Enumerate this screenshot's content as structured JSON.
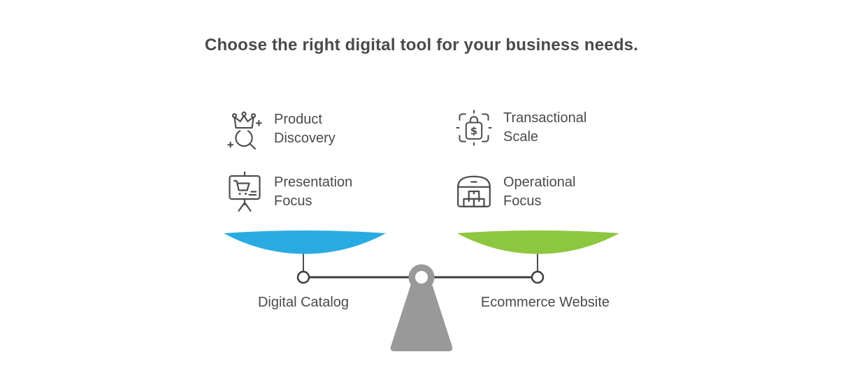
{
  "title": "Choose the right digital tool for your business needs.",
  "colors": {
    "left_pan": "#29ABE2",
    "right_pan": "#8DC63F",
    "fulcrum": "#999999",
    "beam": "#3D3D3D",
    "text": "#4A4A4A"
  },
  "left_side": {
    "label": "Digital Catalog",
    "features": [
      {
        "label": "Product Discovery",
        "icon": "product-discovery-icon"
      },
      {
        "label": "Presentation Focus",
        "icon": "presentation-focus-icon"
      }
    ]
  },
  "right_side": {
    "label": "Ecommerce Website",
    "features": [
      {
        "label": "Transactional Scale",
        "icon": "transactional-scale-icon"
      },
      {
        "label": "Operational Focus",
        "icon": "operational-focus-icon"
      }
    ]
  },
  "glyphs": {
    "dollar": "$"
  }
}
